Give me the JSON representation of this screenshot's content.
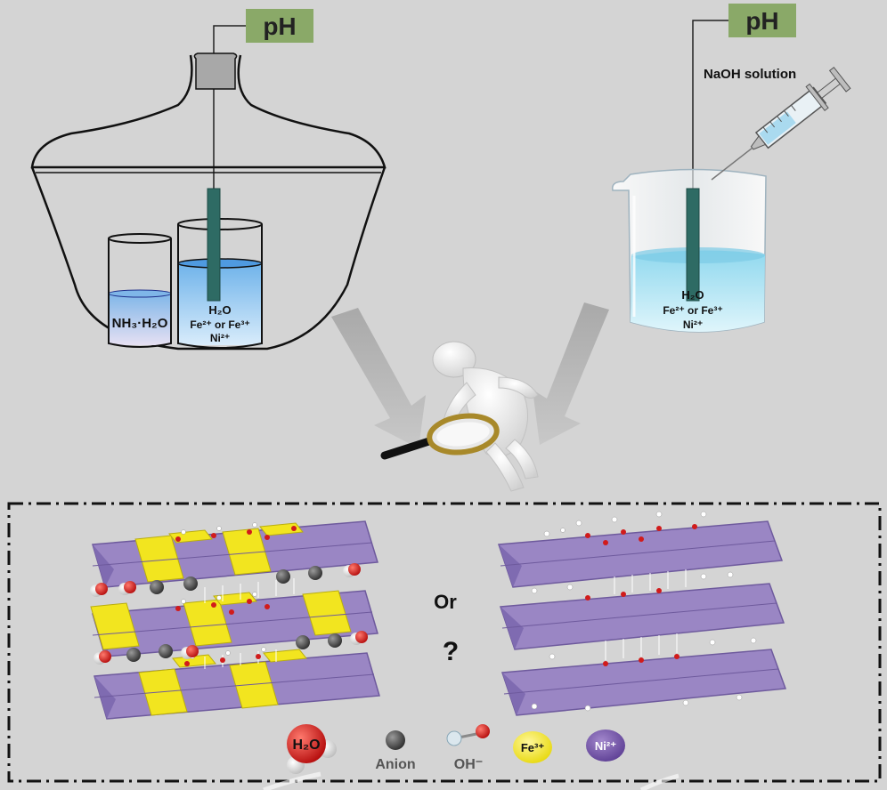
{
  "colors": {
    "background": "#d4d4d4",
    "ph_label_bg": "#8aa968",
    "electrode": "#2e6b64",
    "solution_blue": "#8ec6ec",
    "beaker_liquid": "#a9dff0",
    "layer_purple": "#9a86c4",
    "fe_yellow": "#f2e51f",
    "oxygen_red": "#d11b1b",
    "anion_gray": "#555555"
  },
  "top": {
    "left_apparatus": {
      "ph_label": "pH",
      "small_beaker_label": "NH₃·H₂O",
      "solution_lines": [
        "H₂O",
        "Fe²⁺ or Fe³⁺",
        "Ni²⁺"
      ]
    },
    "right_apparatus": {
      "ph_label": "pH",
      "syringe_label": "NaOH solution",
      "solution_lines": [
        "H₂O",
        "Fe²⁺ or Fe³⁺",
        "Ni²⁺"
      ]
    },
    "icons": {
      "figure": "investigator-with-magnifier-icon",
      "arrows": "gray-down-arrow-icon"
    }
  },
  "bottom": {
    "or_label": "Or",
    "question_mark": "?",
    "legend": [
      {
        "icon": "water-molecule-icon",
        "label": "H₂O"
      },
      {
        "icon": "anion-sphere-icon",
        "label": "Anion"
      },
      {
        "icon": "hydroxide-icon",
        "label": "OH⁻"
      },
      {
        "icon": "fe3-icon",
        "label": "Fe³⁺"
      },
      {
        "icon": "ni2-icon",
        "label": "Ni²⁺"
      }
    ]
  }
}
